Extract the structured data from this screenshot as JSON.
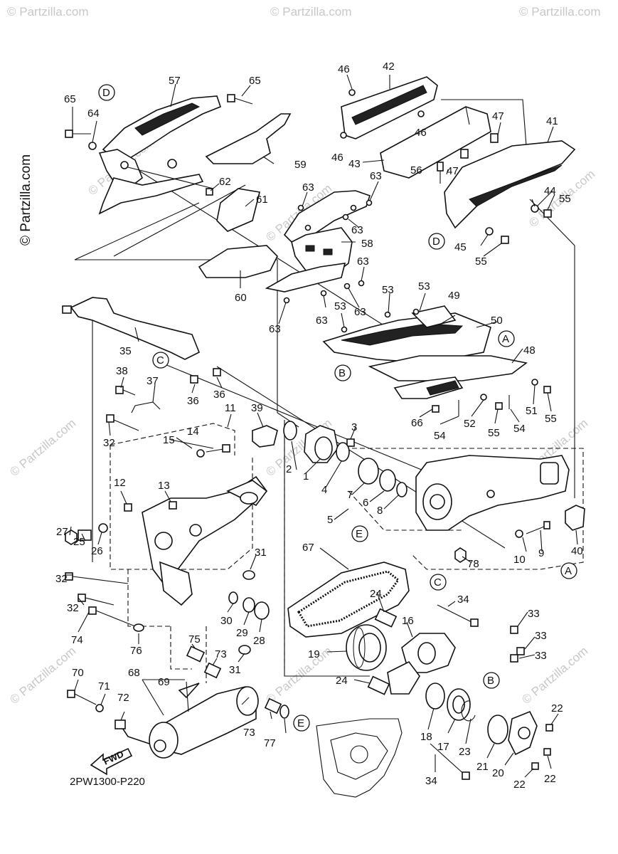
{
  "diagram_code": "2PW1300-P220",
  "watermark": "© Partzilla.com",
  "fwd_label": "FWD",
  "callouts": {
    "A": "A",
    "B": "B",
    "C": "C",
    "D": "D",
    "E": "E"
  },
  "part_labels": [
    "1",
    "2",
    "3",
    "4",
    "5",
    "6",
    "7",
    "8",
    "9",
    "10",
    "11",
    "12",
    "13",
    "14",
    "15",
    "16",
    "17",
    "18",
    "19",
    "20",
    "21",
    "22",
    "23",
    "24",
    "25",
    "26",
    "27",
    "28",
    "29",
    "30",
    "31",
    "32",
    "33",
    "34",
    "35",
    "36",
    "37",
    "38",
    "39",
    "40",
    "41",
    "42",
    "43",
    "44",
    "45",
    "46",
    "47",
    "48",
    "49",
    "50",
    "51",
    "52",
    "53",
    "54",
    "55",
    "56",
    "57",
    "58",
    "59",
    "60",
    "61",
    "62",
    "63",
    "64",
    "65",
    "66",
    "67",
    "68",
    "69",
    "70",
    "71",
    "72",
    "73",
    "74",
    "75",
    "76",
    "77",
    "78"
  ]
}
